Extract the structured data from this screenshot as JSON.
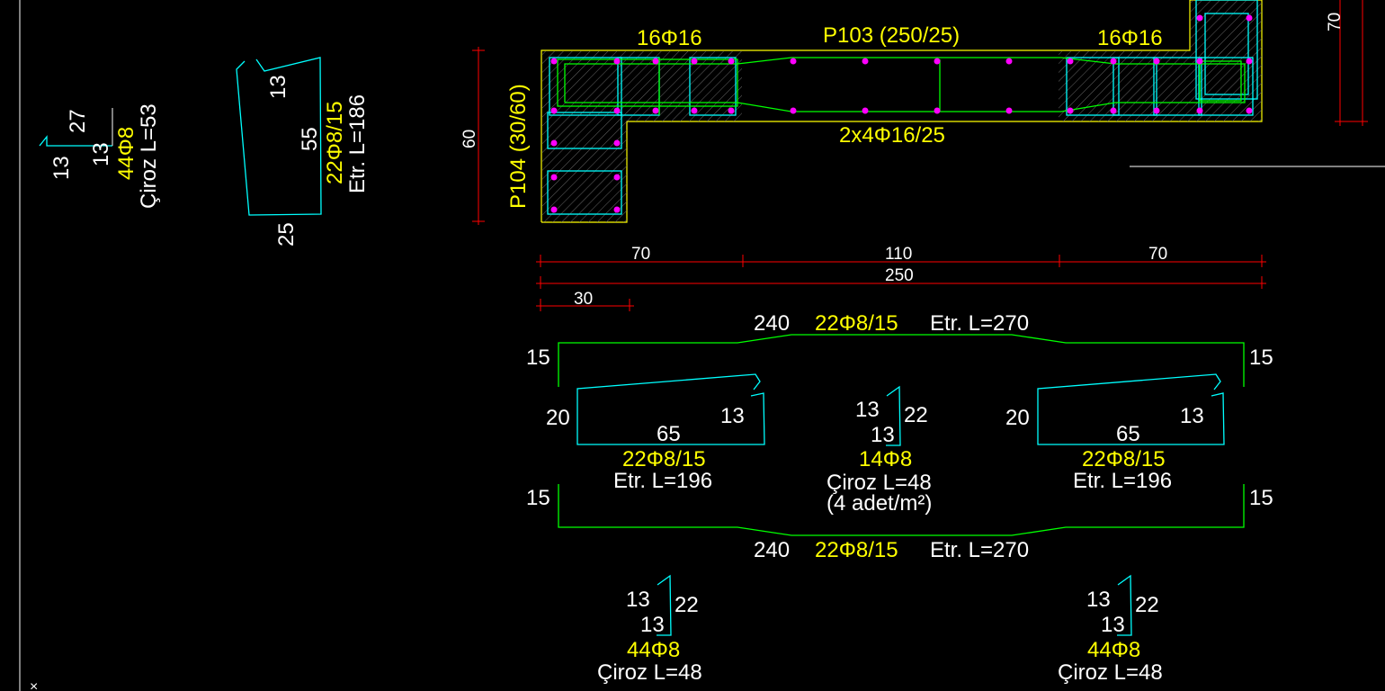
{
  "colors": {
    "background": "#000000",
    "label": "#ffff00",
    "text": "#ffffff",
    "stirrup": "#00ffff",
    "longbar": "#00ff00",
    "dimension": "#ff0000",
    "rebar_dot": "#ff00ff",
    "outline": "#ffff00"
  },
  "left_details": {
    "ciroz": {
      "d13a": "13",
      "d27": "27",
      "d13b": "13",
      "count": "44Φ8",
      "length": "Çiroz L=53"
    },
    "stirrup": {
      "d13": "13",
      "d55": "55",
      "d25": "25",
      "count": "22Φ8/15",
      "length": "Etr. L=186"
    }
  },
  "section": {
    "beam_label": "P103 (250/25)",
    "column_label": "P104 (30/60)",
    "left_bars": "16Φ16",
    "right_bars": "16Φ16",
    "middle_bars": "2x4Φ16/25",
    "height_dim": "60",
    "right_dim": "70"
  },
  "dimensions": {
    "seg1": "70",
    "seg2": "110",
    "seg3": "70",
    "total": "250",
    "col": "30"
  },
  "details": {
    "top_long": {
      "length": "240",
      "count": "22Φ8/15",
      "etr": "Etr. L=270",
      "left_leg": "15",
      "right_leg": "15"
    },
    "left_stirrup": {
      "d20": "20",
      "d65": "65",
      "d13": "13",
      "count": "22Φ8/15",
      "etr": "Etr. L=196"
    },
    "mid_ciroz": {
      "d13a": "13",
      "d22": "22",
      "d13b": "13",
      "count": "14Φ8",
      "length": "Çiroz L=48",
      "note": "(4 adet/m²)"
    },
    "right_stirrup": {
      "d20": "20",
      "d65": "65",
      "d13": "13",
      "count": "22Φ8/15",
      "etr": "Etr. L=196"
    },
    "bottom_long": {
      "length": "240",
      "count": "22Φ8/15",
      "etr": "Etr. L=270",
      "left_leg": "15",
      "right_leg": "15"
    },
    "bottom_ciroz_left": {
      "d13a": "13",
      "d22": "22",
      "d13b": "13",
      "count": "44Φ8",
      "length": "Çiroz L=48"
    },
    "bottom_ciroz_right": {
      "d13a": "13",
      "d22": "22",
      "d13b": "13",
      "count": "44Φ8",
      "length": "Çiroz L=48"
    }
  }
}
